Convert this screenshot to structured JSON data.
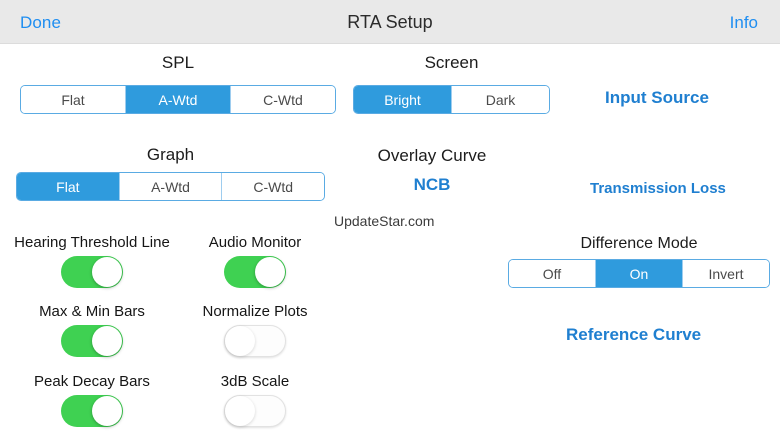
{
  "navbar": {
    "done_label": "Done",
    "title": "RTA Setup",
    "info_label": "Info"
  },
  "spl": {
    "title": "SPL",
    "options": [
      {
        "label": "Flat",
        "selected": false
      },
      {
        "label": "A-Wtd",
        "selected": true
      },
      {
        "label": "C-Wtd",
        "selected": false
      }
    ]
  },
  "screen": {
    "title": "Screen",
    "options": [
      {
        "label": "Bright",
        "selected": true
      },
      {
        "label": "Dark",
        "selected": false
      }
    ]
  },
  "input_source": {
    "label": "Input Source"
  },
  "graph": {
    "title": "Graph",
    "options": [
      {
        "label": "Flat",
        "selected": true
      },
      {
        "label": "A-Wtd",
        "selected": false
      },
      {
        "label": "C-Wtd",
        "selected": false
      }
    ]
  },
  "overlay_curve": {
    "title": "Overlay Curve",
    "value": "NCB"
  },
  "transmission_loss": {
    "label": "Transmission Loss"
  },
  "difference_mode": {
    "title": "Difference Mode",
    "options": [
      {
        "label": "Off",
        "selected": false
      },
      {
        "label": "On",
        "selected": true
      },
      {
        "label": "Invert",
        "selected": false
      }
    ]
  },
  "reference_curve": {
    "label": "Reference Curve"
  },
  "toggles": [
    {
      "label": "Hearing Threshold Line",
      "state": "on"
    },
    {
      "label": "Audio Monitor",
      "state": "on"
    },
    {
      "label": "Max & Min Bars",
      "state": "on"
    },
    {
      "label": "Normalize Plots",
      "state": "off"
    },
    {
      "label": "Peak Decay Bars",
      "state": "on"
    },
    {
      "label": "3dB Scale",
      "state": "off"
    }
  ],
  "watermark": {
    "text": "UpdateStar.com"
  },
  "colors": {
    "accent_blue": "#2f9bdd",
    "link_blue": "#1f7fd0",
    "toggle_green": "#3fd152",
    "navbar_bg": "#e9e9e9"
  }
}
